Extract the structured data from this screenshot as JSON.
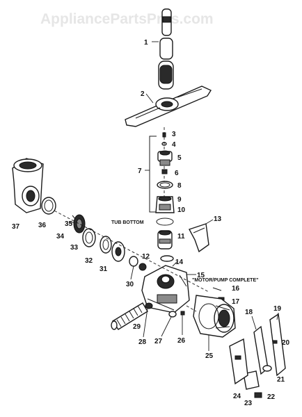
{
  "watermark": "AppliancePartsPros.com",
  "annotations": {
    "tub_bottom": "TUB BOTTOM",
    "motor_pump": "\"MOTOR/PUMP COMPLETE\""
  },
  "callouts": [
    "1",
    "2",
    "3",
    "4",
    "5",
    "6",
    "7",
    "8",
    "9",
    "10",
    "11",
    "12",
    "13",
    "14",
    "15",
    "16",
    "17",
    "18",
    "19",
    "20",
    "21",
    "22",
    "23",
    "24",
    "25",
    "26",
    "27",
    "28",
    "29",
    "30",
    "31",
    "32",
    "33",
    "34",
    "35",
    "36",
    "37"
  ]
}
